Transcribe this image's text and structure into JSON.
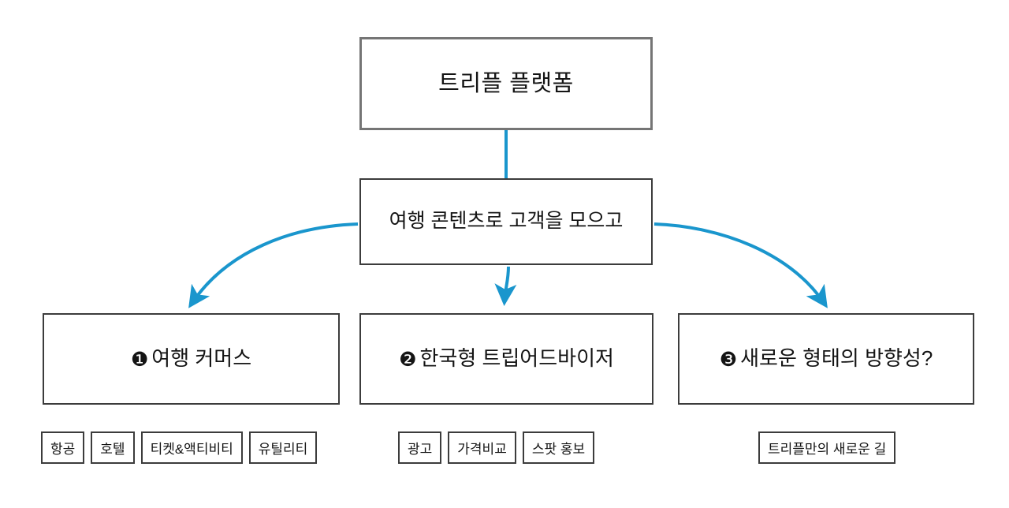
{
  "diagram": {
    "title_text": "트리플 플랫폼",
    "accent_color": "#1A96CD",
    "root_border_color": "#757575",
    "node_border_color": "#3C3C3C",
    "nodes": {
      "root": {
        "label": "트리플 플랫폼"
      },
      "mid": {
        "label": "여행 콘텐츠로 고객을 모으고"
      },
      "leaves": [
        {
          "marker": "❶",
          "label": "여행 커머스"
        },
        {
          "marker": "❷",
          "label": "한국형 트립어드바이저"
        },
        {
          "marker": "❸",
          "label": "새로운 형태의 방향성?"
        }
      ]
    },
    "tag_groups": [
      {
        "owner": "여행 커머스",
        "tags": [
          "항공",
          "호텔",
          "티켓&액티비티",
          "유틸리티"
        ]
      },
      {
        "owner": "한국형 트립어드바이저",
        "tags": [
          "광고",
          "가격비교",
          "스팟 홍보"
        ]
      },
      {
        "owner": "새로운 형태의 방향성?",
        "tags": [
          "트리플만의 새로운 길"
        ]
      }
    ],
    "connectors": [
      {
        "name": "root-to-mid",
        "style": "straight-line",
        "arrowhead": false
      },
      {
        "name": "mid-to-leaf-1",
        "style": "curved",
        "arrowhead": true
      },
      {
        "name": "mid-to-leaf-2",
        "style": "curved-short",
        "arrowhead": true
      },
      {
        "name": "mid-to-leaf-3",
        "style": "curved",
        "arrowhead": true
      }
    ]
  }
}
